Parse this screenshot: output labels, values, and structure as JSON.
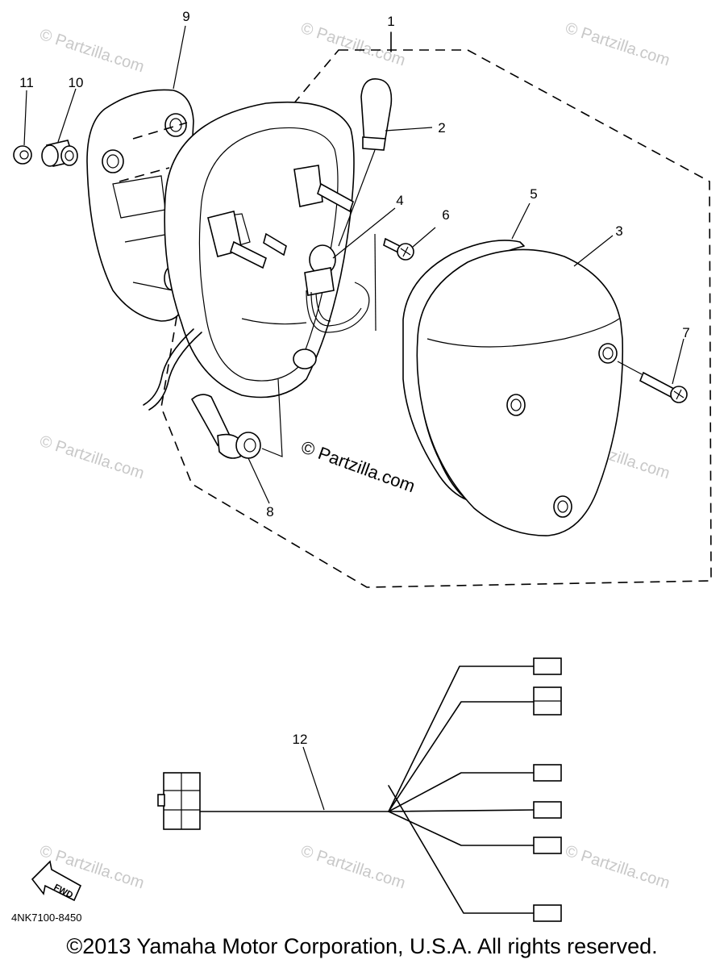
{
  "diagram": {
    "callouts": [
      "1",
      "2",
      "3",
      "4",
      "5",
      "6",
      "7",
      "8",
      "9",
      "10",
      "11",
      "12"
    ],
    "center_watermark": "© Partzilla.com",
    "watermark": "© Partzilla.com",
    "diagram_code": "4NK7100-8450",
    "fwd_label": "FWD"
  },
  "footer": {
    "copyright": "©2013 Yamaha Motor Corporation, U.S.A. All rights reserved."
  }
}
